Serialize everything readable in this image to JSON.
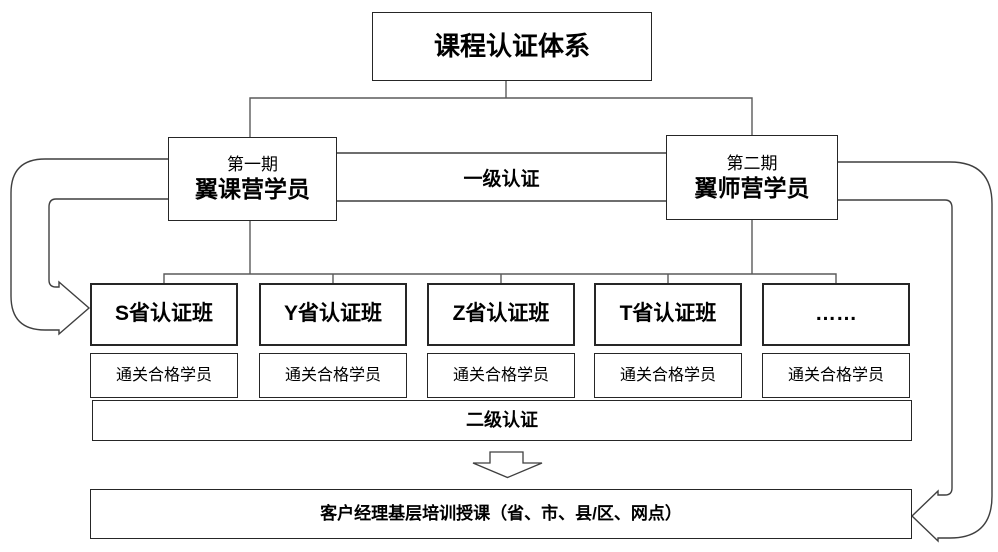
{
  "title": "课程认证体系",
  "level1": {
    "left_box": {
      "line1": "第一期",
      "line2": "翼课营学员"
    },
    "right_box": {
      "line1": "第二期",
      "line2": "翼师营学员"
    },
    "band_label": "一级认证"
  },
  "provinces": [
    {
      "name": "S省认证班",
      "sub": "通关合格学员"
    },
    {
      "name": "Y省认证班",
      "sub": "通关合格学员"
    },
    {
      "name": "Z省认证班",
      "sub": "通关合格学员"
    },
    {
      "name": "T省认证班",
      "sub": "通关合格学员"
    },
    {
      "name": "……",
      "sub": "通关合格学员"
    }
  ],
  "level2_label": "二级认证",
  "bottom_label": "客户经理基层培训授课（省、市、县/区、网点）",
  "colors": {
    "background": "#ffffff",
    "box_border": "#262626",
    "connector": "#5a5a5a",
    "arrow_outline": "#3f3f3f",
    "text": "#000000"
  }
}
